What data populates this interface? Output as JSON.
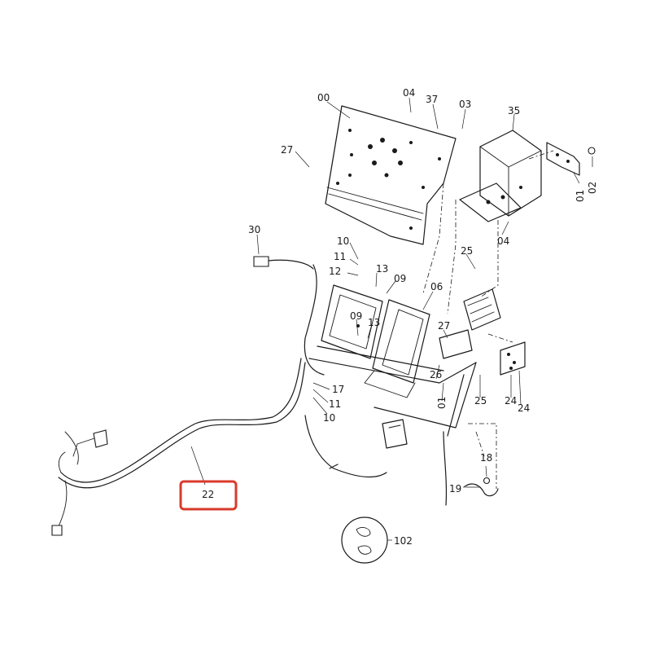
{
  "highlight_color": "#d93a2b",
  "labels": {
    "p00": "00",
    "p04a": "04",
    "p37": "37",
    "p03": "03",
    "p35": "35",
    "p27": "27",
    "p01a": "01",
    "p02": "02",
    "p04b": "04",
    "p30": "30",
    "p10a": "10",
    "p11a": "11",
    "p12": "12",
    "p13a": "13",
    "p09a": "09",
    "p06": "06",
    "p25a": "25",
    "p09b": "09",
    "p13b": "13",
    "p27b": "27",
    "p26": "26",
    "p01b": "01",
    "p25b": "25",
    "p24a": "24",
    "p24b": "24",
    "p17": "17",
    "p11b": "11",
    "p10b": "10",
    "p18": "18",
    "p19": "19",
    "p22": "22",
    "p102": "102"
  }
}
